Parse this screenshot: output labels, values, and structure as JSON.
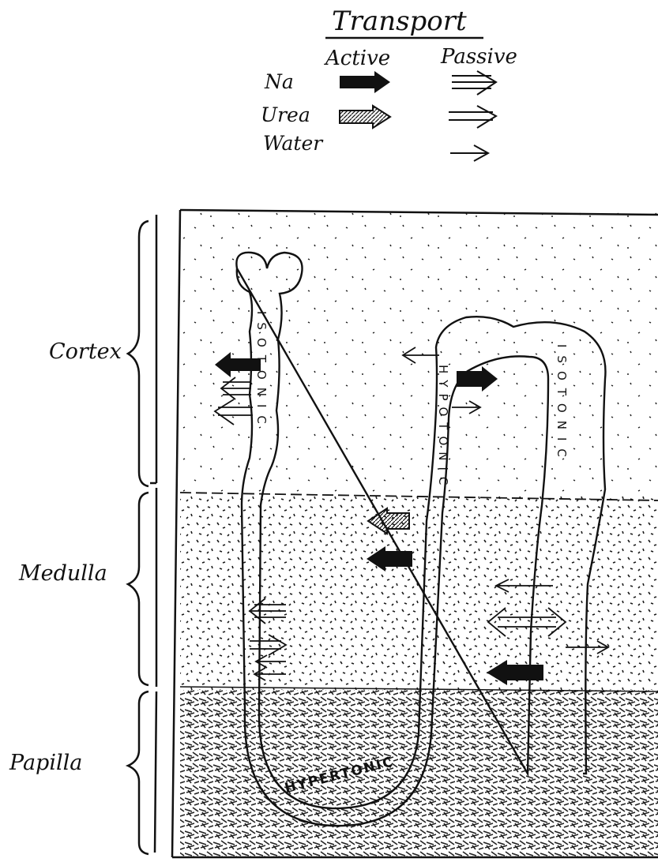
{
  "legend": {
    "title": "Transport",
    "column_active": "Active",
    "column_passive": "Passive",
    "rows": [
      {
        "solute": "Na",
        "active_icon": "solid-arrow-icon",
        "passive_icon": "triple-line-arrow-icon"
      },
      {
        "solute": "Urea",
        "active_icon": "hatched-arrow-icon",
        "passive_icon": "double-line-arrow-icon"
      },
      {
        "solute": "Water",
        "active_icon": "",
        "passive_icon": "single-line-arrow-icon"
      }
    ]
  },
  "regions": {
    "cortex": "Cortex",
    "medulla": "Medulla",
    "papilla": "Papilla"
  },
  "tubule_labels": {
    "proximal": "ISOTONIC",
    "ascending": "HYPOTONIC",
    "distal": "ISOTONIC",
    "loop_bottom": "HYPERTONIC"
  },
  "colors": {
    "ink": "#111111",
    "cortex_bg": "#ffffff",
    "medulla_stipple": "#1a1a1a",
    "papilla_hatch": "#222222"
  }
}
